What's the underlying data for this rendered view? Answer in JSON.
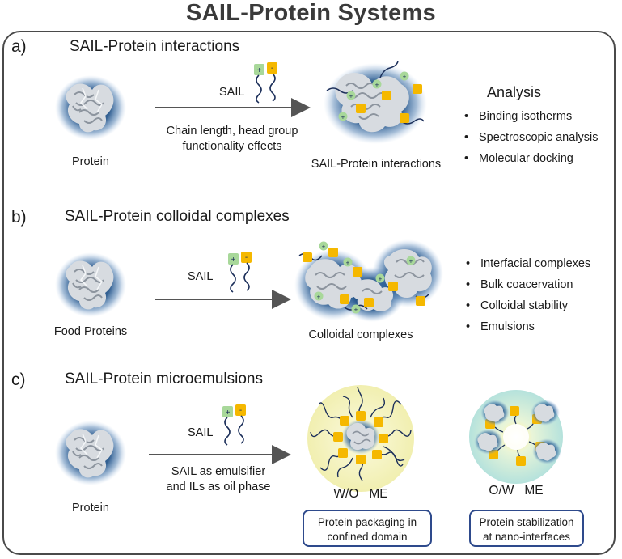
{
  "title": "SAIL-Protein Systems",
  "section_a": {
    "letter": "a)",
    "title": "SAIL-Protein interactions",
    "protein_label": "Protein",
    "arrow_label": "SAIL",
    "arrow_note_line1": "Chain length, head group",
    "arrow_note_line2": "functionality effects",
    "result_label": "SAIL-Protein interactions",
    "analysis_title": "Analysis",
    "analysis_items": [
      "Binding isotherms",
      "Spectroscopic analysis",
      "Molecular docking"
    ]
  },
  "section_b": {
    "letter": "b)",
    "title": "SAIL-Protein colloidal complexes",
    "protein_label": "Food Proteins",
    "arrow_label": "SAIL",
    "result_label": "Colloidal complexes",
    "items": [
      "Interfacial complexes",
      "Bulk coacervation",
      "Colloidal stability",
      "Emulsions"
    ]
  },
  "section_c": {
    "letter": "c)",
    "title": "SAIL-Protein microemulsions",
    "protein_label": "Protein",
    "arrow_label": "SAIL",
    "arrow_note_line1": "SAIL as emulsifier",
    "arrow_note_line2": "and ILs as oil phase",
    "wo_label": "W/O   ME",
    "ow_label": "O/W   ME",
    "wo_box_line1": "Protein packaging in",
    "wo_box_line2": "confined domain",
    "ow_box_line1": "Protein stabilization",
    "ow_box_line2": "at nano-interfaces"
  },
  "icons": {
    "cation_head": "plus",
    "anion_head": "minus"
  },
  "colors": {
    "protein_glow": "#1d4f86",
    "cation_head": "#a8d89a",
    "anion_head": "#f5b800",
    "tail": "#1c2f5a",
    "arrow": "#555555",
    "wo_droplet": "#f6f4c0",
    "ow_droplet": "#bfe6e2",
    "box_border": "#2e4a8c"
  }
}
